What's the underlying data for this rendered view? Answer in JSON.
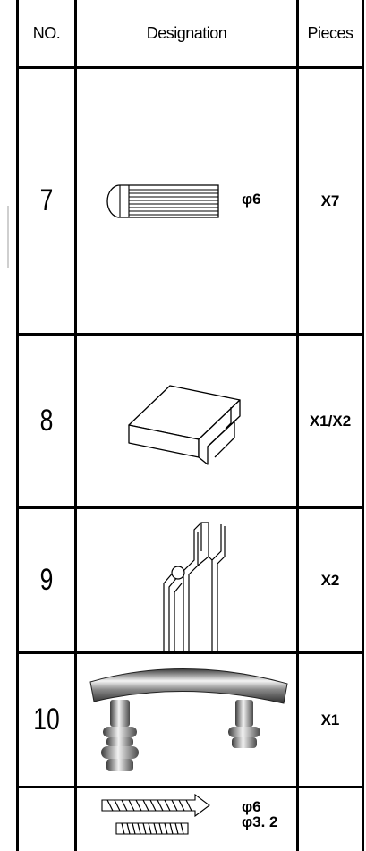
{
  "table": {
    "headers": {
      "no": "NO.",
      "designation": "Designation",
      "pieces": "Pieces"
    },
    "rows": [
      {
        "no": "7",
        "part": "dowel-pin",
        "diameters": [
          "φ6"
        ],
        "pieces": "X7"
      },
      {
        "no": "8",
        "part": "end-cap",
        "diameters": [],
        "pieces": "X1/X2"
      },
      {
        "no": "9",
        "part": "profile-channel",
        "diameters": [],
        "pieces": "X2"
      },
      {
        "no": "10",
        "part": "chrome-handle",
        "diameters": [],
        "pieces": "X1"
      },
      {
        "no": "",
        "part": "screw-and-plug",
        "diameters": [
          "φ6",
          "φ3. 2"
        ],
        "pieces": ""
      }
    ]
  },
  "colors": {
    "grid": "#000000",
    "chrome_dark": "#4a4a4a",
    "chrome_light": "#f2f2f2"
  }
}
